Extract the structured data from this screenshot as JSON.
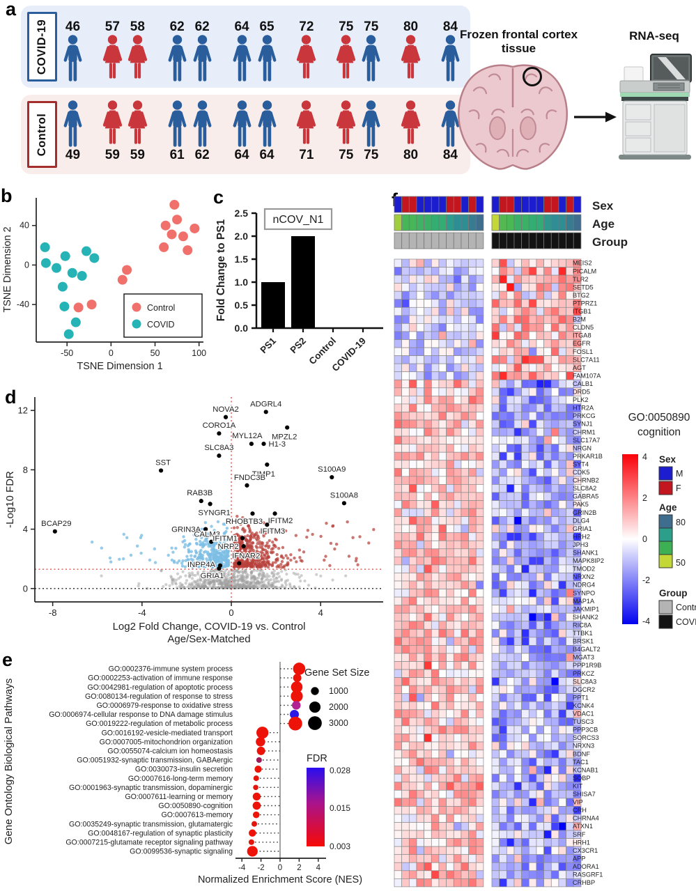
{
  "panels": {
    "a": "a",
    "b": "b",
    "c": "c",
    "d": "d",
    "e": "e",
    "f": "f"
  },
  "cohort": {
    "covid": {
      "label": "COVID-19",
      "subjects": [
        {
          "age": 46,
          "sex": "M"
        },
        {
          "age": 57,
          "sex": "F"
        },
        {
          "age": 58,
          "sex": "F"
        },
        {
          "age": 62,
          "sex": "M"
        },
        {
          "age": 62,
          "sex": "M"
        },
        {
          "age": 64,
          "sex": "M"
        },
        {
          "age": 65,
          "sex": "M"
        },
        {
          "age": 72,
          "sex": "F"
        },
        {
          "age": 75,
          "sex": "F"
        },
        {
          "age": 75,
          "sex": "M"
        },
        {
          "age": 80,
          "sex": "F"
        },
        {
          "age": 84,
          "sex": "M"
        }
      ]
    },
    "control": {
      "label": "Control",
      "subjects": [
        {
          "age": 49,
          "sex": "M"
        },
        {
          "age": 59,
          "sex": "F"
        },
        {
          "age": 59,
          "sex": "F"
        },
        {
          "age": 61,
          "sex": "M"
        },
        {
          "age": 62,
          "sex": "M"
        },
        {
          "age": 64,
          "sex": "M"
        },
        {
          "age": 64,
          "sex": "M"
        },
        {
          "age": 71,
          "sex": "F"
        },
        {
          "age": 75,
          "sex": "F"
        },
        {
          "age": 75,
          "sex": "M"
        },
        {
          "age": 80,
          "sex": "F"
        },
        {
          "age": 84,
          "sex": "M"
        }
      ]
    },
    "groups": [
      [
        0
      ],
      [
        1,
        2
      ],
      [
        3,
        4
      ],
      [
        5,
        6
      ],
      [
        7
      ],
      [
        8,
        9
      ],
      [
        10
      ],
      [
        11
      ]
    ],
    "captions": {
      "tissue": "Frozen frontal cortex tissue",
      "assay": "RNA-seq"
    },
    "colors": {
      "male": "#2a5d9c",
      "female": "#c9363c"
    }
  },
  "chart_data": {
    "tsne": {
      "type": "scatter",
      "xlabel": "TSNE Dimension 1",
      "ylabel": "TSNE Dimension 2",
      "xlim": [
        -85,
        105
      ],
      "ylim": [
        -78,
        68
      ],
      "xticks": [
        -50,
        0,
        50,
        100
      ],
      "yticks": [
        -40,
        0,
        40
      ],
      "series": [
        {
          "name": "Control",
          "color": "#f0716c",
          "points": [
            [
              72,
              61
            ],
            [
              75,
              46
            ],
            [
              62,
              40
            ],
            [
              69,
              31
            ],
            [
              82,
              29
            ],
            [
              95,
              37
            ],
            [
              60,
              18
            ],
            [
              87,
              15
            ],
            [
              18,
              -5
            ],
            [
              13,
              -15
            ],
            [
              -22,
              -40
            ],
            [
              -37,
              -43
            ]
          ]
        },
        {
          "name": "COVID",
          "color": "#26b3b6",
          "points": [
            [
              -75,
              18
            ],
            [
              -52,
              9
            ],
            [
              -28,
              14
            ],
            [
              -19,
              7
            ],
            [
              -74,
              2
            ],
            [
              -62,
              -3
            ],
            [
              -44,
              -8
            ],
            [
              -33,
              -11
            ],
            [
              -55,
              -22
            ],
            [
              -53,
              -42
            ],
            [
              -40,
              -58
            ],
            [
              -48,
              -70
            ]
          ]
        }
      ]
    },
    "qpcr": {
      "type": "bar",
      "title": "nCOV_N1",
      "ylabel": "Fold Change to PS1",
      "categories": [
        "PS1",
        "PS2",
        "Control",
        "COVID-19"
      ],
      "values": [
        1.0,
        2.0,
        0,
        0
      ],
      "ylim": [
        0,
        2.5
      ],
      "yticks": [
        "0.0",
        "0.5",
        "1.0",
        "1.5",
        "2.0",
        "2.5"
      ],
      "bar_color": "#000000"
    },
    "volcano": {
      "type": "scatter",
      "xlabel_line1": "Log2 Fold Change, COVID-19 vs. Control",
      "xlabel_line2": "Age/Sex-Matched",
      "ylabel": "-Log10 FDR",
      "xlim": [
        -8.8,
        6.8
      ],
      "ylim": [
        -0.9,
        12.9
      ],
      "xticks": [
        -8,
        -4,
        0,
        4
      ],
      "yticks": [
        0,
        4,
        8,
        12
      ],
      "fdr_threshold": 1.3,
      "colors": {
        "up": "#b8413c",
        "down": "#7dbee5",
        "ns": "#a0a0a0",
        "threshold_line": "#e03a30"
      },
      "labeled_genes": [
        {
          "name": "BCAP29",
          "x": -7.9,
          "y": 3.85,
          "dx": 2,
          "dy": -8,
          "anchor": "middle"
        },
        {
          "name": "SST",
          "x": -3.15,
          "y": 7.95,
          "dx": 3,
          "dy": -8,
          "anchor": "middle"
        },
        {
          "name": "NOVA2",
          "x": -0.25,
          "y": 11.55,
          "dx": 0,
          "dy": -8,
          "anchor": "middle"
        },
        {
          "name": "ADGRL4",
          "x": 1.55,
          "y": 11.9,
          "dx": 0,
          "dy": -8,
          "anchor": "middle"
        },
        {
          "name": "CORO1A",
          "x": -0.55,
          "y": 10.45,
          "dx": 0,
          "dy": -8,
          "anchor": "middle"
        },
        {
          "name": "MYL12A",
          "x": 0.9,
          "y": 9.75,
          "dx": -6,
          "dy": -8,
          "anchor": "middle"
        },
        {
          "name": "MPZL2",
          "x": 2.5,
          "y": 10.85,
          "dx": -4,
          "dy": 17,
          "anchor": "middle"
        },
        {
          "name": "H1-3",
          "x": 1.45,
          "y": 9.75,
          "dx": 7,
          "dy": 4,
          "anchor": "start"
        },
        {
          "name": "SLC8A3",
          "x": -0.55,
          "y": 8.95,
          "dx": 0,
          "dy": -8,
          "anchor": "middle"
        },
        {
          "name": "TIMP1",
          "x": 1.6,
          "y": 8.35,
          "dx": -5,
          "dy": 17,
          "anchor": "middle"
        },
        {
          "name": "S100A9",
          "x": 4.5,
          "y": 7.5,
          "dx": 0,
          "dy": -8,
          "anchor": "middle"
        },
        {
          "name": "FNDC3B",
          "x": 0.7,
          "y": 6.95,
          "dx": 4,
          "dy": -8,
          "anchor": "middle"
        },
        {
          "name": "RAB3B",
          "x": -1.35,
          "y": 5.9,
          "dx": -2,
          "dy": -8,
          "anchor": "middle"
        },
        {
          "name": "SYNGR1",
          "x": -0.95,
          "y": 5.7,
          "dx": 6,
          "dy": 16,
          "anchor": "middle"
        },
        {
          "name": "S100A8",
          "x": 5.05,
          "y": 5.75,
          "dx": 0,
          "dy": -8,
          "anchor": "middle"
        },
        {
          "name": "RHOBTB3",
          "x": 0.95,
          "y": 5.05,
          "dx": -12,
          "dy": 15,
          "anchor": "middle"
        },
        {
          "name": "IFITM2",
          "x": 1.95,
          "y": 5.05,
          "dx": 8,
          "dy": 14,
          "anchor": "middle"
        },
        {
          "name": "IFITM3",
          "x": 1.6,
          "y": 4.3,
          "dx": 8,
          "dy": 13,
          "anchor": "middle"
        },
        {
          "name": "GRIN3A",
          "x": -1.15,
          "y": 4.0,
          "dx": -7,
          "dy": 4,
          "anchor": "end"
        },
        {
          "name": "CALM3",
          "x": -0.9,
          "y": 3.15,
          "dx": -6,
          "dy": -7,
          "anchor": "middle"
        },
        {
          "name": "IFITM1",
          "x": 0.5,
          "y": 3.4,
          "dx": -7,
          "dy": 4,
          "anchor": "end"
        },
        {
          "name": "NRP2",
          "x": 0.55,
          "y": 2.85,
          "dx": -7,
          "dy": 4,
          "anchor": "end"
        },
        {
          "name": "IFNAR2",
          "x": 0.35,
          "y": 1.7,
          "dx": 10,
          "dy": -7,
          "anchor": "middle"
        },
        {
          "name": "INPP4A",
          "x": -0.5,
          "y": 1.55,
          "dx": -7,
          "dy": 2,
          "anchor": "end"
        },
        {
          "name": "GRIA1",
          "x": -0.55,
          "y": 1.35,
          "dx": -10,
          "dy": 14,
          "anchor": "middle"
        }
      ]
    },
    "go_dotplot": {
      "type": "scatter",
      "xlabel": "Normalized Enrichment Score (NES)",
      "ylabel": "Gene Ontology Biological Pathways",
      "xticks": [
        -4,
        -2,
        0,
        2,
        4
      ],
      "size_legend": {
        "title": "Gene Set Size",
        "values": [
          1000,
          2000,
          3000
        ]
      },
      "fdr_legend": {
        "title": "FDR",
        "max": "0.028",
        "mid": "0.015",
        "min": "0.003"
      },
      "terms": [
        {
          "label": "GO:0002376-immune system process",
          "nes": 2.0,
          "size": 2400,
          "color": "#ee1309"
        },
        {
          "label": "GO:0002253-activation of immune response",
          "nes": 1.8,
          "size": 1100,
          "color": "#ee1309"
        },
        {
          "label": "GO:0042981-regulation of apoptotic process",
          "nes": 1.75,
          "size": 2100,
          "color": "#ee1309"
        },
        {
          "label": "GO:0080134-regulation of response to stress",
          "nes": 1.75,
          "size": 2300,
          "color": "#ee1309"
        },
        {
          "label": "GO:0006979-response to oxidative stress",
          "nes": 1.7,
          "size": 1200,
          "color": "#b02592"
        },
        {
          "label": "GO:0006974-cellular response to DNA damage stimulus",
          "nes": 1.5,
          "size": 1300,
          "color": "#2b18e8"
        },
        {
          "label": "GO:0019222-regulation of metabolic process",
          "nes": 1.6,
          "size": 3000,
          "color": "#ee1309"
        },
        {
          "label": "GO:0016192-vesicle-mediated transport",
          "nes": -1.85,
          "size": 2300,
          "color": "#ee1309"
        },
        {
          "label": "GO:0007005-mitochondrion organization",
          "nes": -2.05,
          "size": 1400,
          "color": "#ee1309"
        },
        {
          "label": "GO:0055074-calcium ion homeostasis",
          "nes": -2.0,
          "size": 1100,
          "color": "#ee1309"
        },
        {
          "label": "GO:0051932-synaptic transmission, GABAergic",
          "nes": -2.2,
          "size": 500,
          "color": "#9c1b56"
        },
        {
          "label": "GO:0030073-insulin secretion",
          "nes": -2.3,
          "size": 800,
          "color": "#ee1309"
        },
        {
          "label": "GO:0007616-long-term memory",
          "nes": -2.5,
          "size": 500,
          "color": "#e3150c"
        },
        {
          "label": "GO:0001963-synaptic transmission, dopaminergic",
          "nes": -2.55,
          "size": 450,
          "color": "#e3150c"
        },
        {
          "label": "GO:0007611-learning or memory",
          "nes": -2.45,
          "size": 1000,
          "color": "#ee1309"
        },
        {
          "label": "GO:0050890-cognition",
          "nes": -2.45,
          "size": 1050,
          "color": "#ee1309"
        },
        {
          "label": "GO:0007613-memory",
          "nes": -2.5,
          "size": 700,
          "color": "#ee1309"
        },
        {
          "label": "GO:0035249-synaptic transmission, glutamatergic",
          "nes": -2.7,
          "size": 500,
          "color": "#e3150c"
        },
        {
          "label": "GO:0048167-regulation of synaptic plasticity",
          "nes": -2.9,
          "size": 850,
          "color": "#ee1309"
        },
        {
          "label": "GO:0007215-glutamate receptor signaling pathway",
          "nes": -3.0,
          "size": 500,
          "color": "#e3150c"
        },
        {
          "label": "GO:0099536-synaptic signaling",
          "nes": -2.9,
          "size": 1800,
          "color": "#ee1309"
        }
      ]
    },
    "heatmap": {
      "type": "heatmap",
      "annotation_rows": [
        "Sex",
        "Age",
        "Group"
      ],
      "up_gene_count": 15,
      "genes": [
        "MEIS2",
        "PICALM",
        "TLR2",
        "SETD5",
        "BTG2",
        "PTPRZ1",
        "ITGB1",
        "B2M",
        "CLDN5",
        "ITGA8",
        "EGFR",
        "FOSL1",
        "SLC7A11",
        "AGT",
        "FAM107A",
        "CALB1",
        "DRD5",
        "PLK2",
        "HTR2A",
        "PRKCG",
        "SYNJ1",
        "CHRM1",
        "SLC17A7",
        "NRGN",
        "PRKAR1B",
        "SYT4",
        "CDK5",
        "CHRNB2",
        "SLC8A2",
        "GABRA5",
        "PAK5",
        "GRIN2B",
        "DLG4",
        "GRIA1",
        "HRH2",
        "JPH3",
        "SHANK1",
        "MAPK8IP2",
        "TMOD2",
        "NRXN2",
        "NDRG4",
        "SYNPO",
        "MAP1A",
        "JAKMIP1",
        "SHANK2",
        "RIC8A",
        "TTBK1",
        "BRSK1",
        "B4GALT2",
        "MGAT3",
        "PPP1R9B",
        "PRKCZ",
        "SLC8A3",
        "DGCR2",
        "PPT1",
        "KCNK4",
        "VDAC1",
        "TUSC3",
        "PPP3CB",
        "SORCS3",
        "NRXN3",
        "BDNF",
        "TAC1",
        "KCNAB1",
        "SOBP",
        "KIT",
        "SHISA7",
        "VIP",
        "CRH",
        "CHRNA4",
        "ATXN1",
        "SRF",
        "HRH1",
        "CX3CR1",
        "APP",
        "ADORA1",
        "RASGRF1",
        "CRHBP"
      ],
      "legend": {
        "title_line1": "GO:0050890",
        "title_line2": "cognition",
        "scale_ticks": [
          "4",
          "2",
          "0",
          "-2",
          "-4"
        ],
        "sex": {
          "title": "Sex",
          "m_label": "M",
          "f_label": "F",
          "m_color": "#1d1dd0",
          "f_color": "#c4161f"
        },
        "age": {
          "title": "Age",
          "top_label": "80",
          "bottom_label": "50",
          "colors": [
            "#3e6d8d",
            "#2b9f8a",
            "#3cb052",
            "#c3d836"
          ]
        },
        "group": {
          "title": "Group",
          "control_label": "Control",
          "covid_label": "COVID",
          "control_color": "#b4b4b4",
          "covid_color": "#131313"
        }
      }
    }
  }
}
